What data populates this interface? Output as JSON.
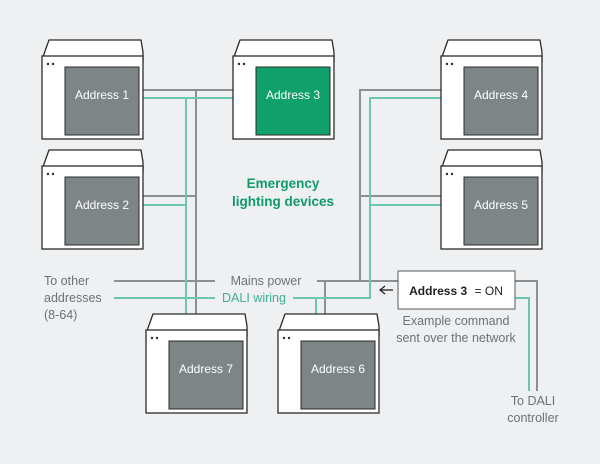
{
  "colors": {
    "background": "#eef0f1",
    "mains_line": "#8a8f92",
    "dali_line": "#6cc6b2",
    "device_screen": "#7d8587",
    "device_active": "#10a06c",
    "title_text": "#0f9a6c"
  },
  "title": {
    "line1": "Emergency",
    "line2": "lighting devices"
  },
  "devices": [
    {
      "label": "Address 1",
      "active": false
    },
    {
      "label": "Address 2",
      "active": false
    },
    {
      "label": "Address 3",
      "active": true
    },
    {
      "label": "Address 4",
      "active": false
    },
    {
      "label": "Address 5",
      "active": false
    },
    {
      "label": "Address 6",
      "active": false
    },
    {
      "label": "Address 7",
      "active": false
    }
  ],
  "mains_power_label": "Mains power",
  "dali_wiring_label": "DALI wiring",
  "other_addresses": {
    "line1": "To other",
    "line2": "addresses",
    "line3": "(8-64)"
  },
  "command": {
    "address": "Address 3",
    "value": "= ON"
  },
  "command_caption": {
    "line1": "Example command",
    "line2": "sent over the network"
  },
  "controller": {
    "line1": "To DALI",
    "line2": "controller"
  }
}
